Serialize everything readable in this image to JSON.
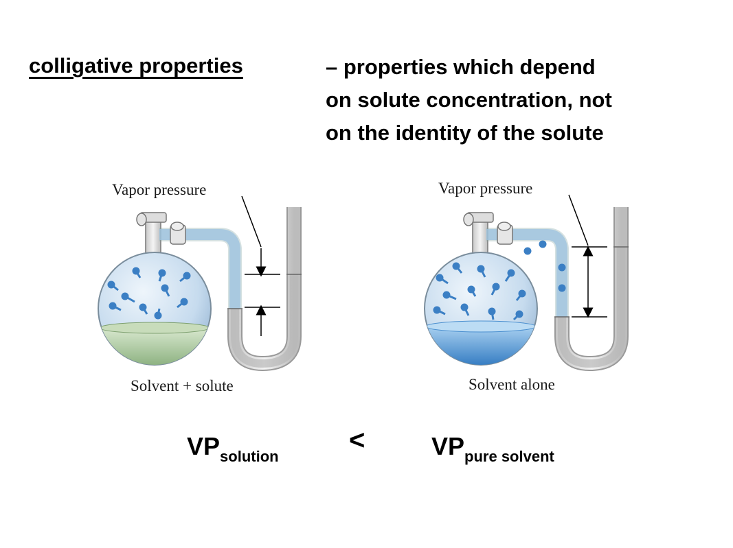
{
  "heading": {
    "term": "colligative properties",
    "definition_lines": [
      "– properties which depend",
      "on solute concentration, not",
      "on the identity of the solute"
    ]
  },
  "figure": {
    "left": {
      "top_label": "Vapor pressure",
      "bottom_label": "Solvent + solute",
      "liquid_color": "#a9c9a0"
    },
    "right": {
      "top_label": "Vapor pressure",
      "bottom_label": "Solvent alone",
      "liquid_color": "#5aa0d8"
    },
    "bulb_color": "#cfe2f2",
    "molecule_color": "#3b7fc4"
  },
  "comparison": {
    "left_main": "VP",
    "left_sub": "solution",
    "operator": "<",
    "right_main": "VP",
    "right_sub": "pure solvent"
  }
}
